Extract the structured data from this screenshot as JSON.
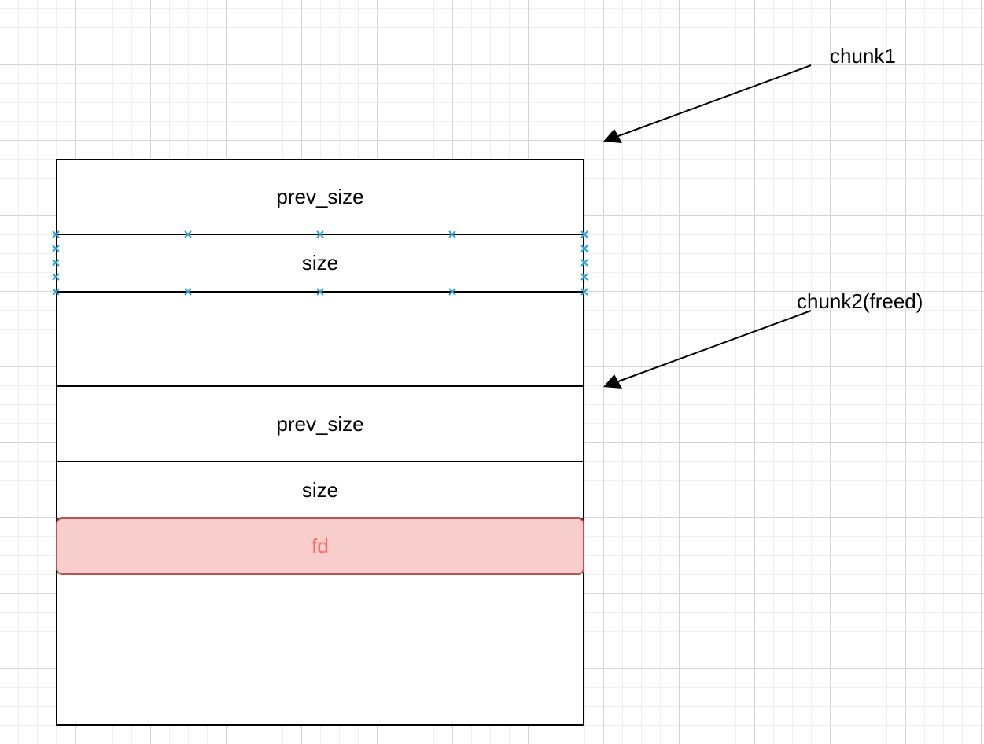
{
  "diagram": {
    "chunk1_label": "chunk1",
    "chunk2_label": "chunk2(freed)",
    "blocks": [
      {
        "label": "prev_size"
      },
      {
        "label": "size"
      },
      {
        "label": ""
      },
      {
        "label": "prev_size"
      },
      {
        "label": "size"
      },
      {
        "label": ""
      }
    ],
    "fd_label": "fd",
    "colors": {
      "grid_major": "#d4d4d4",
      "grid_minor": "#efefef",
      "fd_fill": "#f8cecc",
      "fd_border": "#b85450",
      "fd_text": "#ff6666",
      "selection_handles": "#29a3e0"
    }
  }
}
